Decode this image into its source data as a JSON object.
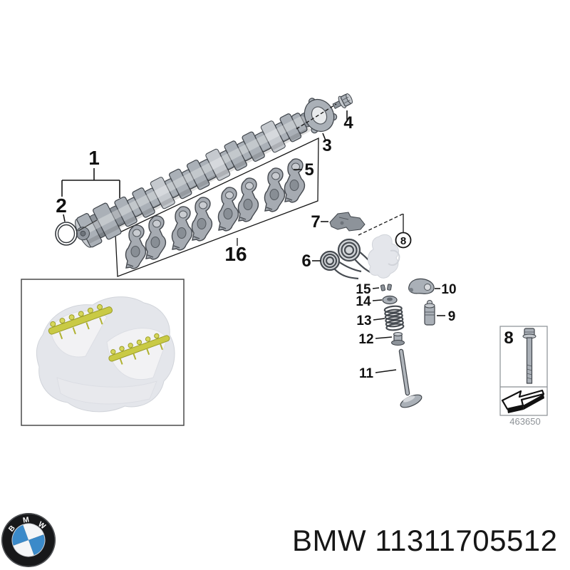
{
  "diagram": {
    "callouts": {
      "c1": "1",
      "c2": "2",
      "c3": "3",
      "c4": "4",
      "c5": "5",
      "c6": "6",
      "c7": "7",
      "c8": "8",
      "c9": "9",
      "c10": "10",
      "c11": "11",
      "c12": "12",
      "c13": "13",
      "c14": "14",
      "c15": "15",
      "c16": "16"
    },
    "inset": {
      "label": "8",
      "code": "463650"
    }
  },
  "footer": {
    "title": "BMW 11311705512",
    "logo_letters": [
      "B",
      "M",
      "W"
    ]
  },
  "colors": {
    "accent_blue": "#3b8ac9",
    "logo_white": "#f4f6f8",
    "highlight_yellow": "#c9ca45",
    "highlight_yellow_light": "#d6d75a"
  }
}
